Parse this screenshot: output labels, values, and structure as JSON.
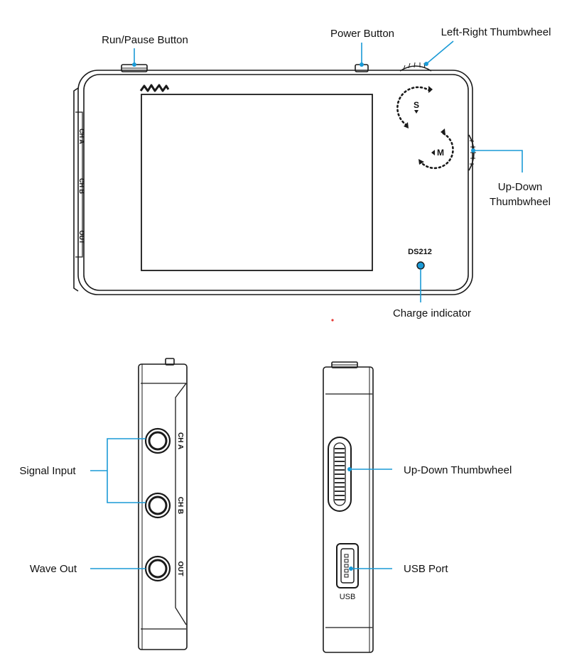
{
  "colors": {
    "outline": "#1a1a1a",
    "callout": "#1a9ad6",
    "charge_led": "#1a9ad6",
    "marker_dot": "#e53935"
  },
  "front_view": {
    "logo_icon": "waveform-logo-icon",
    "model": "DS212",
    "port_labels": [
      "CH A",
      "CH B",
      "OUT"
    ],
    "wheel_marks": [
      "S",
      "M"
    ],
    "callouts": {
      "run_pause": "Run/Pause Button",
      "power": "Power Button",
      "left_right_wheel": "Left-Right Thumbwheel",
      "up_down_wheel": [
        "Up-Down",
        "Thumbwheel"
      ],
      "charge": "Charge indicator"
    }
  },
  "left_side_view": {
    "port_labels": [
      "CH A",
      "CH B",
      "OUT"
    ],
    "callouts": {
      "signal_input": "Signal Input",
      "wave_out": "Wave Out"
    }
  },
  "right_side_view": {
    "usb_label": "USB",
    "callouts": {
      "up_down_wheel": "Up-Down Thumbwheel",
      "usb_port": "USB Port"
    }
  }
}
